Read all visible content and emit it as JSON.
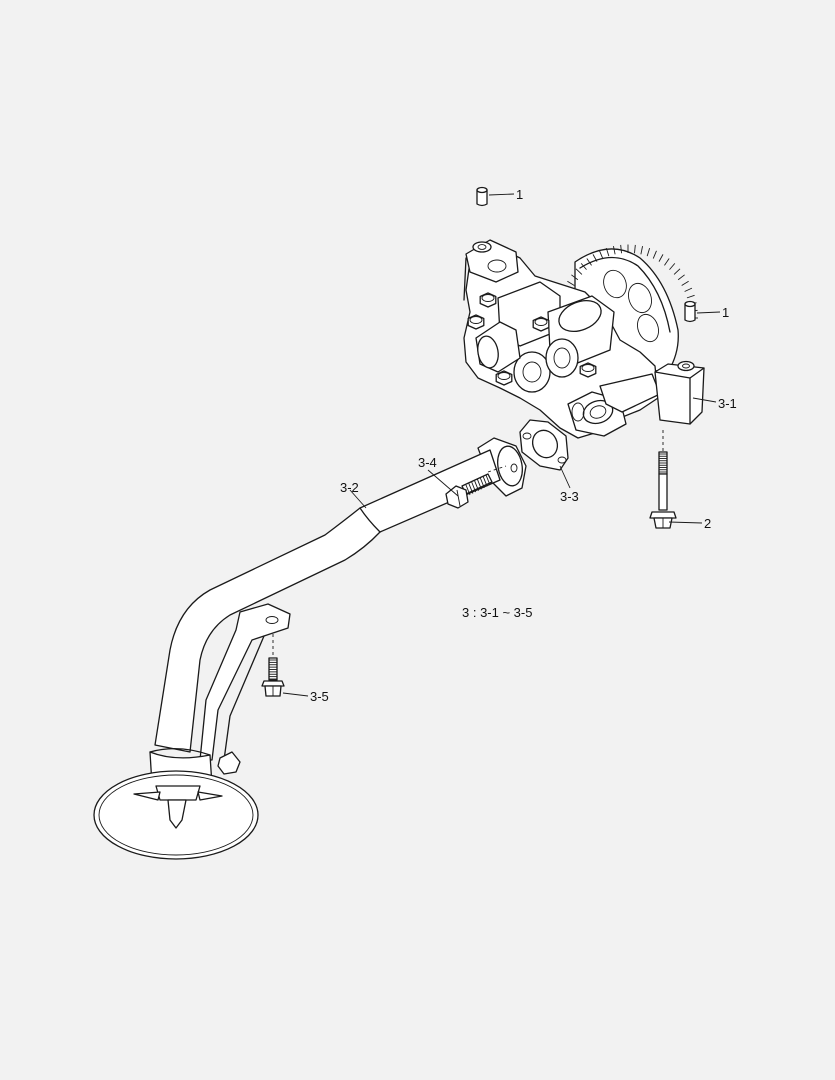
{
  "callouts": {
    "pin_top": "1",
    "pin_right": "1",
    "pump_body": "3-1",
    "bolt_long": "2",
    "suction_pipe": "3-2",
    "gasket": "3-3",
    "flange_bolt": "3-4",
    "bracket_bolt": "3-5"
  },
  "note": "3 : 3-1 ~ 3-5",
  "colors": {
    "background": "#f2f2f2",
    "line": "#1a1a1a",
    "part_fill": "#ffffff"
  }
}
